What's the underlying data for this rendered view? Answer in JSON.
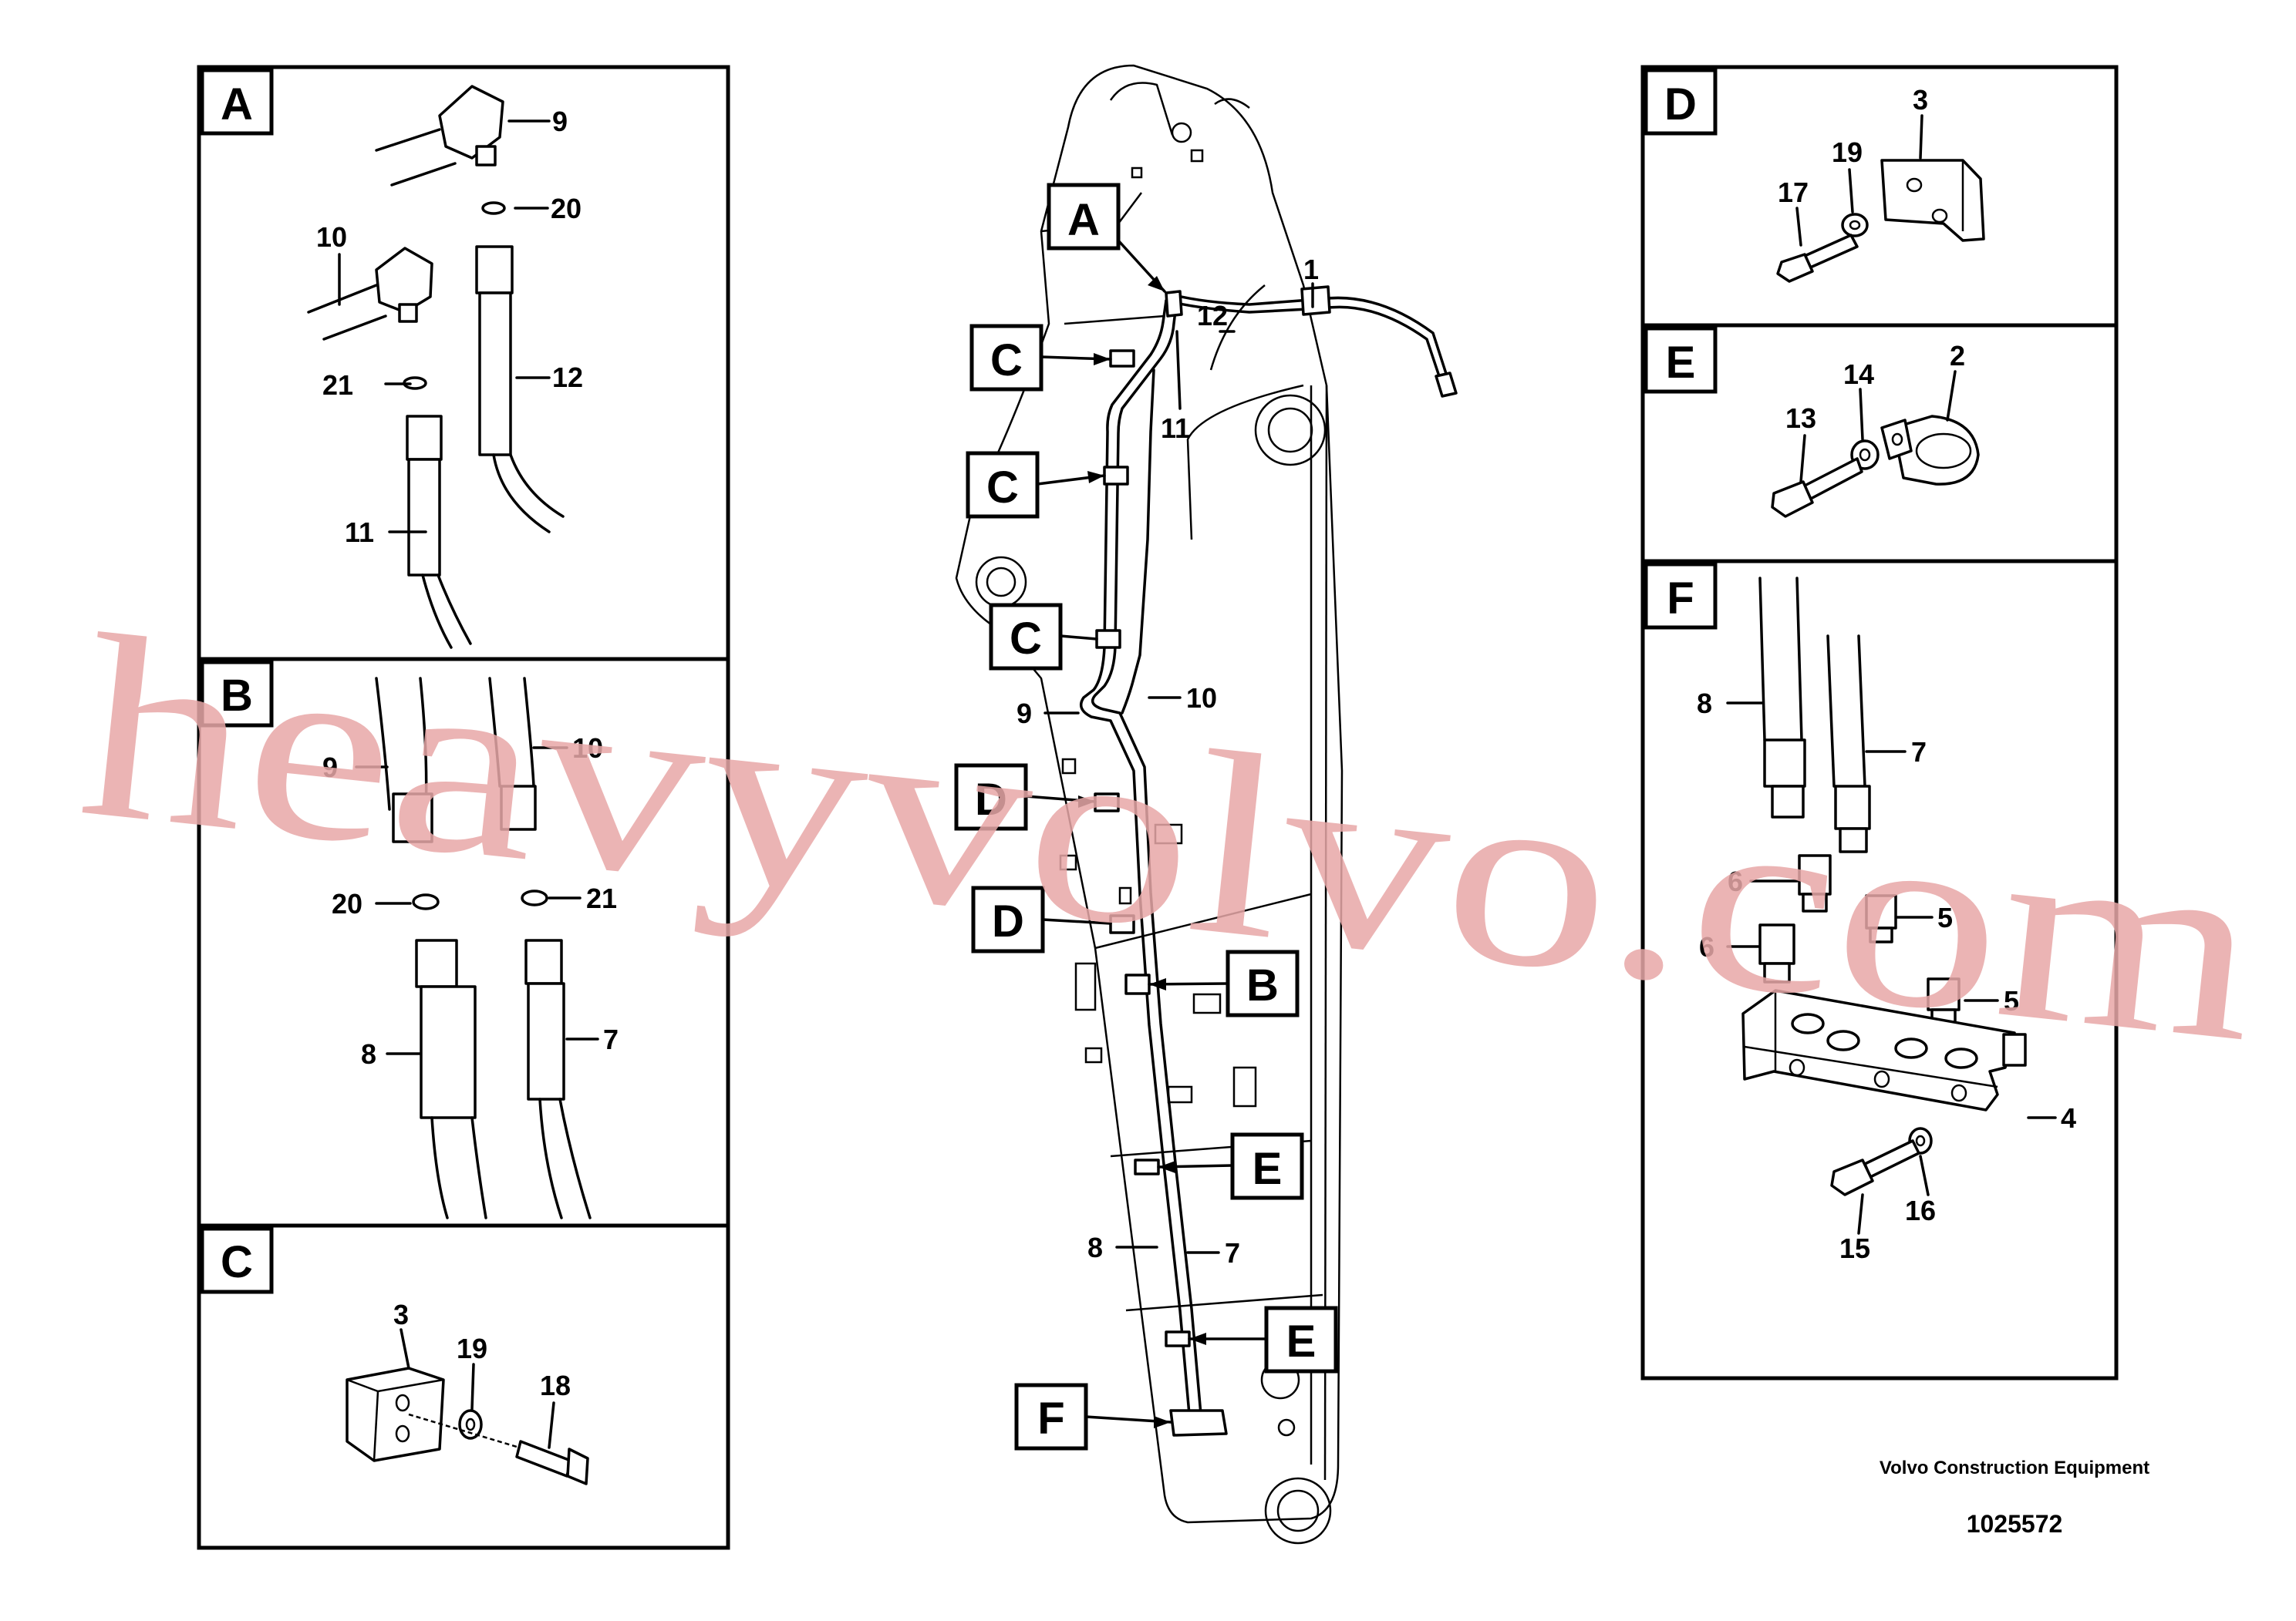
{
  "document_id": "1025572",
  "publisher": "Volvo Construction Equipment",
  "watermark": "heavyvolvo.com",
  "panels": {
    "A": {
      "title": "A",
      "callouts": {
        "c9": "9",
        "c20": "20",
        "c10": "10",
        "c21": "21",
        "c12": "12",
        "c11": "11"
      }
    },
    "B": {
      "title": "B",
      "callouts": {
        "c9": "9",
        "c10": "10",
        "c20": "20",
        "c21": "21",
        "c8": "8",
        "c7": "7"
      }
    },
    "C": {
      "title": "C",
      "callouts": {
        "c3": "3",
        "c19": "19",
        "c18": "18"
      }
    },
    "D": {
      "title": "D",
      "callouts": {
        "c3": "3",
        "c19": "19",
        "c17": "17"
      }
    },
    "E": {
      "title": "E",
      "callouts": {
        "c14": "14",
        "c2": "2",
        "c13": "13"
      }
    },
    "F": {
      "title": "F",
      "callouts": {
        "c8": "8",
        "c7": "7",
        "c6a": "6",
        "c5a": "5",
        "c6b": "6",
        "c5b": "5",
        "c4": "4",
        "c16": "16",
        "c15": "15"
      }
    }
  },
  "main": {
    "badges": {
      "a": "A",
      "c1": "C",
      "c2": "C",
      "c3": "C",
      "d1": "D",
      "d2": "D",
      "b": "B",
      "e1": "E",
      "e2": "E",
      "f": "F"
    },
    "callouts": {
      "c1": "1",
      "c12": "12",
      "c11": "11",
      "c9": "9",
      "c10": "10",
      "c8": "8",
      "c7": "7"
    }
  }
}
